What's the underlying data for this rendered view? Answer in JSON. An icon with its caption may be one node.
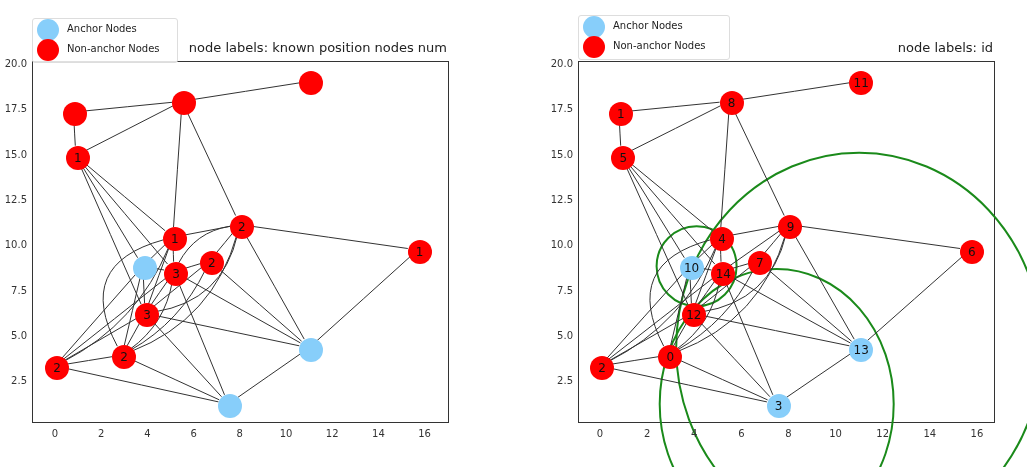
{
  "diagram": {
    "nodes": [
      {
        "text": [
          "2"
        ]
      },
      {
        "text": [],
        "shape": "circle"
      },
      {
        "text": [
          "2"
        ]
      },
      {
        "text": [],
        "shape": "circle"
      },
      {
        "text": [
          "1"
        ]
      },
      {
        "text": [
          "1"
        ]
      },
      {
        "text": [
          "1"
        ]
      },
      {
        "text": [
          "2"
        ]
      },
      {
        "text": [],
        "shape": "circle"
      },
      {
        "text": [
          "2"
        ]
      },
      {
        "text": [],
        "shape": "circle"
      },
      {
        "text": [],
        "shape": "circle"
      },
      {
        "text": [
          "3"
        ]
      },
      {
        "text": [],
        "shape": "circle"
      },
      {
        "text": [
          "3"
        ]
      },
      {
        "text": [
          "0"
        ]
      },
      {
        "text": [
          "1"
        ]
      },
      {
        "text": [
          "2"
        ]
      },
      {
        "text": [
          "3"
        ]
      },
      {
        "text": [
          "4"
        ]
      },
      {
        "text": [
          "5"
        ]
      },
      {
        "text": [
          "6"
        ]
      },
      {
        "text": [
          "7"
        ]
      },
      {
        "text": [
          "8"
        ]
      },
      {
        "text": [
          "9"
        ]
      },
      {
        "text": [
          "10"
        ]
      },
      {
        "text": [
          "11"
        ]
      },
      {
        "text": [
          "12"
        ]
      },
      {
        "text": [
          "13"
        ]
      },
      {
        "text": [
          "14"
        ]
      }
    ],
    "edges": [
      {
        "from": 1,
        "to": 8,
        "arrow": "none"
      },
      {
        "from": 1,
        "to": 5,
        "arrow": "none"
      },
      {
        "from": 5,
        "to": 8,
        "arrow": "none"
      },
      {
        "from": 8,
        "to": 11,
        "arrow": "none"
      },
      {
        "from": 8,
        "to": 4,
        "arrow": "none"
      },
      {
        "from": 8,
        "to": 9,
        "arrow": "none"
      },
      {
        "from": 5,
        "to": 4,
        "arrow": "none"
      },
      {
        "from": 5,
        "to": 10,
        "arrow": "none"
      },
      {
        "from": 5,
        "to": 14,
        "arrow": "none"
      },
      {
        "from": 5,
        "to": 12,
        "arrow": "none"
      },
      {
        "from": 9,
        "to": 4,
        "arrow": "none"
      },
      {
        "from": 9,
        "to": 14,
        "arrow": "none"
      },
      {
        "from": 9,
        "to": 7,
        "arrow": "none"
      },
      {
        "from": 9,
        "to": 12,
        "arrow": "none"
      },
      {
        "from": 9,
        "to": 0,
        "arrow": "none"
      },
      {
        "from": 9,
        "to": 13,
        "arrow": "none"
      },
      {
        "from": 9,
        "to": 6,
        "arrow": "none"
      },
      {
        "from": 6,
        "to": 13,
        "arrow": "none"
      },
      {
        "from": 13,
        "to": 3,
        "arrow": "none"
      },
      {
        "from": 13,
        "to": 7,
        "arrow": "none"
      },
      {
        "from": 13,
        "to": 14,
        "arrow": "none"
      },
      {
        "from": 13,
        "to": 12,
        "arrow": "none"
      },
      {
        "from": 3,
        "to": 2,
        "arrow": "none"
      },
      {
        "from": 3,
        "to": 0,
        "arrow": "none"
      },
      {
        "from": 3,
        "to": 12,
        "arrow": "none"
      },
      {
        "from": 3,
        "to": 14,
        "arrow": "none"
      },
      {
        "from": 2,
        "to": 0,
        "arrow": "none"
      },
      {
        "from": 2,
        "to": 12,
        "arrow": "none"
      },
      {
        "from": 2,
        "to": 10,
        "arrow": "none"
      },
      {
        "from": 2,
        "to": 14,
        "arrow": "none"
      },
      {
        "from": 2,
        "to": 4,
        "arrow": "none"
      },
      {
        "from": 0,
        "to": 12,
        "arrow": "none"
      },
      {
        "from": 0,
        "to": 10,
        "arrow": "none"
      },
      {
        "from": 0,
        "to": 14,
        "arrow": "none"
      },
      {
        "from": 0,
        "to": 4,
        "arrow": "none"
      },
      {
        "from": 0,
        "to": 7,
        "arrow": "none"
      },
      {
        "from": 7,
        "to": 14,
        "arrow": "none"
      },
      {
        "from": 7,
        "to": 12,
        "arrow": "none"
      },
      {
        "from": 4,
        "to": 14,
        "arrow": "none"
      },
      {
        "from": 4,
        "to": 10,
        "arrow": "none"
      },
      {
        "from": 4,
        "to": 12,
        "arrow": "none"
      },
      {
        "from": 10,
        "to": 14,
        "arrow": "none"
      },
      {
        "from": 10,
        "to": 12,
        "arrow": "none"
      },
      {
        "from": 14,
        "to": 12,
        "arrow": "none"
      },
      {
        "from": 16,
        "to": 23,
        "arrow": "none"
      },
      {
        "from": 16,
        "to": 20,
        "arrow": "none"
      },
      {
        "from": 20,
        "to": 23,
        "arrow": "none"
      },
      {
        "from": 23,
        "to": 26,
        "arrow": "none"
      },
      {
        "from": 23,
        "to": 19,
        "arrow": "none"
      },
      {
        "from": 23,
        "to": 24,
        "arrow": "none"
      },
      {
        "from": 20,
        "to": 19,
        "arrow": "none"
      },
      {
        "from": 20,
        "to": 25,
        "arrow": "none"
      },
      {
        "from": 20,
        "to": 29,
        "arrow": "none"
      },
      {
        "from": 20,
        "to": 27,
        "arrow": "none"
      },
      {
        "from": 24,
        "to": 19,
        "arrow": "none"
      },
      {
        "from": 24,
        "to": 29,
        "arrow": "none"
      },
      {
        "from": 24,
        "to": 22,
        "arrow": "none"
      },
      {
        "from": 24,
        "to": 27,
        "arrow": "none"
      },
      {
        "from": 24,
        "to": 15,
        "arrow": "none"
      },
      {
        "from": 24,
        "to": 28,
        "arrow": "none"
      },
      {
        "from": 24,
        "to": 21,
        "arrow": "none"
      },
      {
        "from": 21,
        "to": 28,
        "arrow": "none"
      },
      {
        "from": 28,
        "to": 18,
        "arrow": "none"
      },
      {
        "from": 28,
        "to": 22,
        "arrow": "none"
      },
      {
        "from": 28,
        "to": 29,
        "arrow": "none"
      },
      {
        "from": 28,
        "to": 27,
        "arrow": "none"
      },
      {
        "from": 18,
        "to": 17,
        "arrow": "none"
      },
      {
        "from": 18,
        "to": 15,
        "arrow": "none"
      },
      {
        "from": 18,
        "to": 27,
        "arrow": "none"
      },
      {
        "from": 18,
        "to": 29,
        "arrow": "none"
      },
      {
        "from": 17,
        "to": 15,
        "arrow": "none"
      },
      {
        "from": 17,
        "to": 27,
        "arrow": "none"
      },
      {
        "from": 17,
        "to": 25,
        "arrow": "none"
      },
      {
        "from": 17,
        "to": 29,
        "arrow": "none"
      },
      {
        "from": 17,
        "to": 19,
        "arrow": "none"
      },
      {
        "from": 15,
        "to": 27,
        "arrow": "none"
      },
      {
        "from": 15,
        "to": 25,
        "arrow": "none"
      },
      {
        "from": 15,
        "to": 29,
        "arrow": "none"
      },
      {
        "from": 15,
        "to": 19,
        "arrow": "none"
      },
      {
        "from": 15,
        "to": 22,
        "arrow": "none"
      },
      {
        "from": 22,
        "to": 29,
        "arrow": "none"
      },
      {
        "from": 22,
        "to": 27,
        "arrow": "none"
      },
      {
        "from": 19,
        "to": 29,
        "arrow": "none"
      },
      {
        "from": 19,
        "to": 25,
        "arrow": "none"
      },
      {
        "from": 19,
        "to": 27,
        "arrow": "none"
      },
      {
        "from": 25,
        "to": 29,
        "arrow": "none"
      },
      {
        "from": 25,
        "to": 27,
        "arrow": "none"
      },
      {
        "from": 29,
        "to": 27,
        "arrow": "none"
      }
    ],
    "labels": [
      "node labels: known position nodes num",
      "20.0",
      "17.5",
      "15.0",
      "12.5",
      "10.0",
      "7.5",
      "5.0",
      "2.5",
      "0",
      "2",
      "4",
      "6",
      "8",
      "10",
      "12",
      "14",
      "16",
      "node labels: id",
      "20.0",
      "17.5",
      "15.0",
      "12.5",
      "10.0",
      "7.5",
      "5.0",
      "2.5",
      "0",
      "2",
      "4",
      "6",
      "8",
      "10",
      "12",
      "14",
      "16"
    ],
    "legend": [
      {
        "text": "Anchor Nodes",
        "color": "#87cefa"
      },
      {
        "text": "Non-anchor Nodes",
        "color": "#ff0000"
      },
      {
        "text": "Anchor Nodes",
        "color": "#87cefa"
      },
      {
        "text": "Non-anchor Nodes",
        "color": "#ff0000"
      }
    ]
  }
}
